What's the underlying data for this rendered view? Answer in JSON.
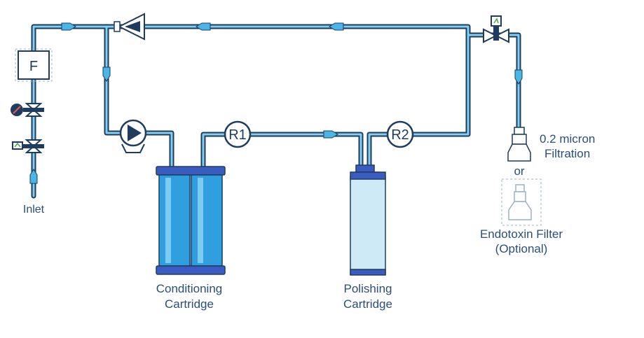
{
  "filter_box": {
    "text": "F"
  },
  "inlet": {
    "label": "Inlet"
  },
  "resistivity": [
    {
      "text": "R1"
    },
    {
      "text": "R2"
    }
  ],
  "conditioning_cartridge": {
    "line1": "Conditioning",
    "line2": "Cartridge"
  },
  "polishing_cartridge": {
    "line1": "Polishing",
    "line2": "Cartridge"
  },
  "final_filter": {
    "line1": "0.2 micron",
    "line2": "Filtration"
  },
  "or_text": {
    "text": "or"
  },
  "endotoxin_filter": {
    "line1": "Endotoxin Filter",
    "line2": "(Optional)"
  },
  "colors": {
    "pipe_outline": "#1f3c5e",
    "pipe_fill": "#4ab6e8",
    "cartridge_blue": "#2f9fe0",
    "cartridge_cap": "#3a5bbf",
    "polishing_body": "#cfeaf7"
  }
}
